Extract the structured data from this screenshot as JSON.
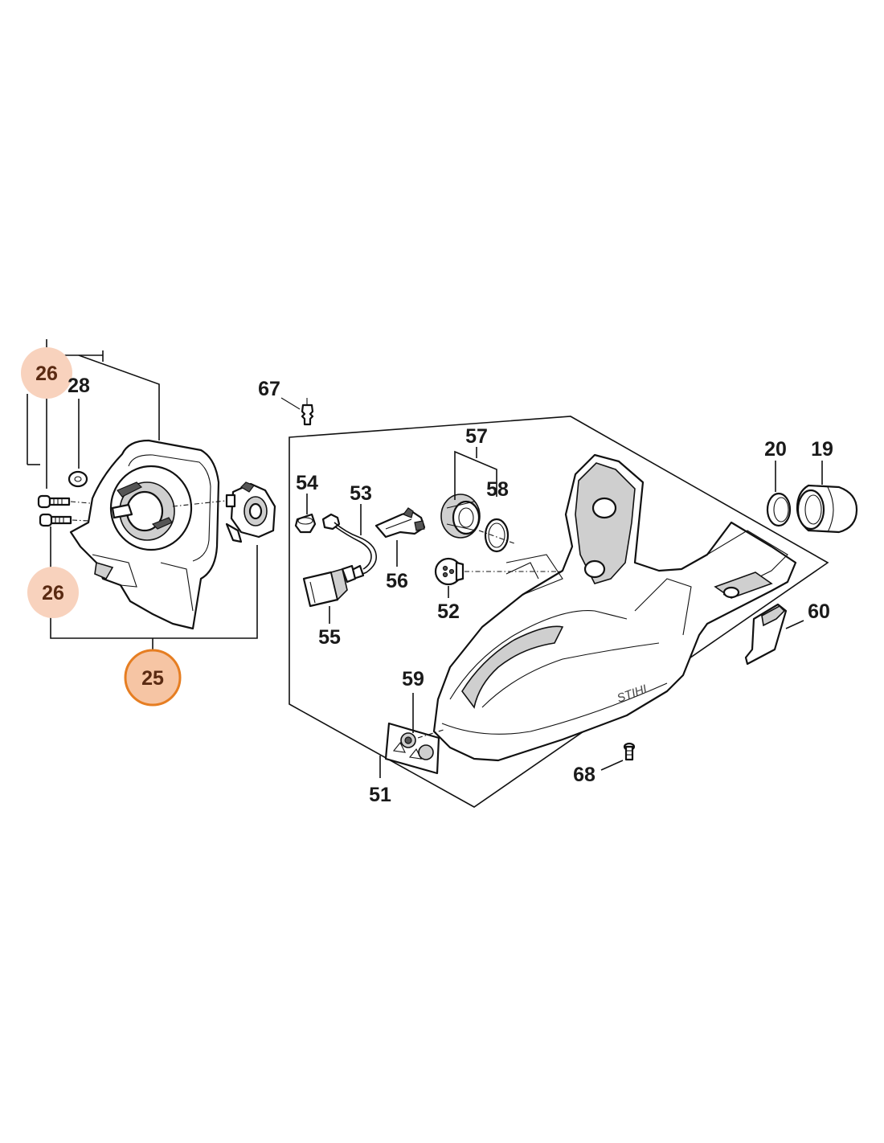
{
  "diagram": {
    "highlight_colors": {
      "badge_fill": "#f6c5a4",
      "badge_ring": "#e67e22",
      "badge_text": "#5a2a12"
    },
    "callouts": {
      "p26_top": "26",
      "p28": "28",
      "p26_bottom": "26",
      "p25": "25",
      "p67": "67",
      "p57": "57",
      "p20": "20",
      "p19": "19",
      "p54": "54",
      "p53": "53",
      "p58": "58",
      "p56": "56",
      "p52": "52",
      "p55": "55",
      "p60": "60",
      "p59": "59",
      "p68": "68",
      "p51": "51"
    },
    "brand_mark": "STIHL",
    "highlighted_parts": [
      "26",
      "26",
      "25"
    ]
  }
}
